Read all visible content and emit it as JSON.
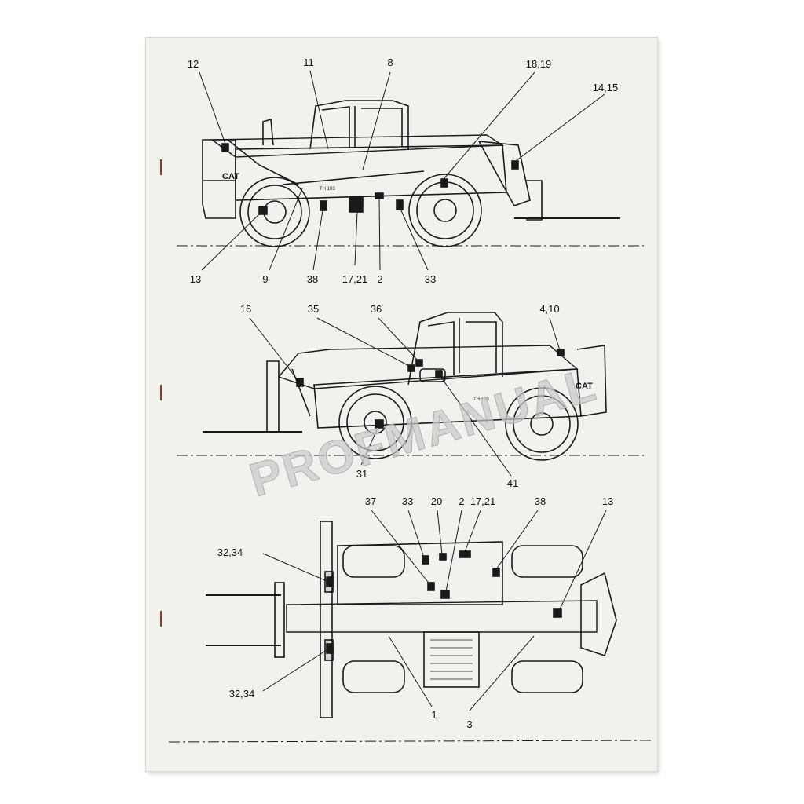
{
  "watermark": "PROFMANUAL",
  "vehicle_markings": {
    "brand": "CAT",
    "model": "TH 103"
  },
  "views": {
    "side_left": {
      "callouts": [
        "12",
        "11",
        "8",
        "18,19",
        "14,15",
        "13",
        "9",
        "38",
        "17,21",
        "2",
        "33"
      ]
    },
    "side_right": {
      "callouts": [
        "16",
        "35",
        "36",
        "4,10",
        "31",
        "41"
      ]
    },
    "top": {
      "callouts": [
        "37",
        "33",
        "20",
        "2",
        "17,21",
        "38",
        "13",
        "32,34",
        "32,34",
        "1",
        "3"
      ]
    }
  },
  "colors": {
    "paper": "#f1f1ed",
    "ink": "#1a1a1a",
    "binding_staple": "#8a3a2a",
    "watermark": "#c9c9c9"
  }
}
